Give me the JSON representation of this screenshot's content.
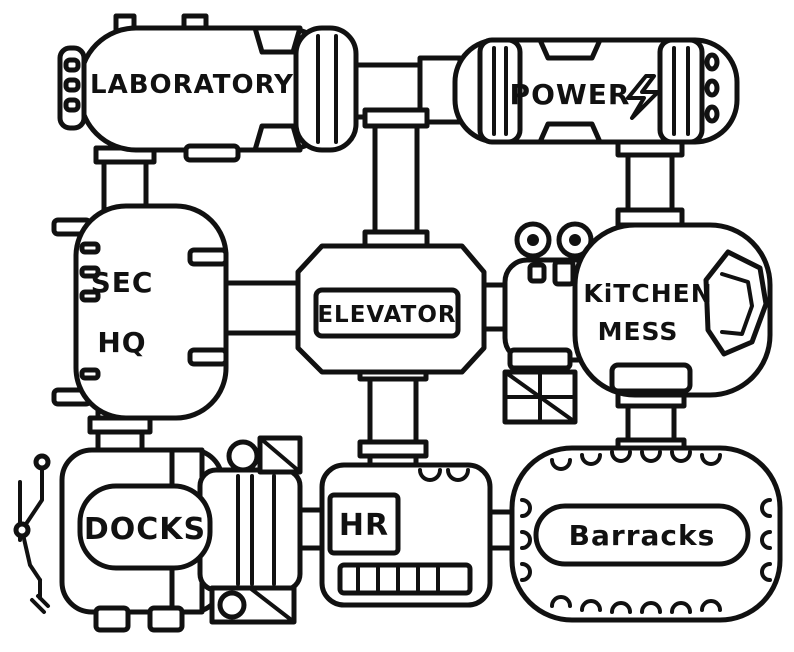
{
  "diagram": {
    "style": "hand-drawn black and white base map",
    "line_color": "#111111",
    "background": "#ffffff",
    "rooms": {
      "laboratory": "LABORATORY",
      "power": "POWER",
      "security": [
        "SEC",
        "HQ"
      ],
      "elevator": "ELEVATOR",
      "kitchen": [
        "KiTCHEN",
        "MESS"
      ],
      "docks": "DOCKS",
      "hr": "HR",
      "barracks": "Barracks"
    },
    "icons": {
      "power": "lightning-bolt-icon",
      "crates": "crate-icon",
      "crane": "crane-arm-icon",
      "kitchen_eyes": "goggle-eyes-icon"
    }
  }
}
